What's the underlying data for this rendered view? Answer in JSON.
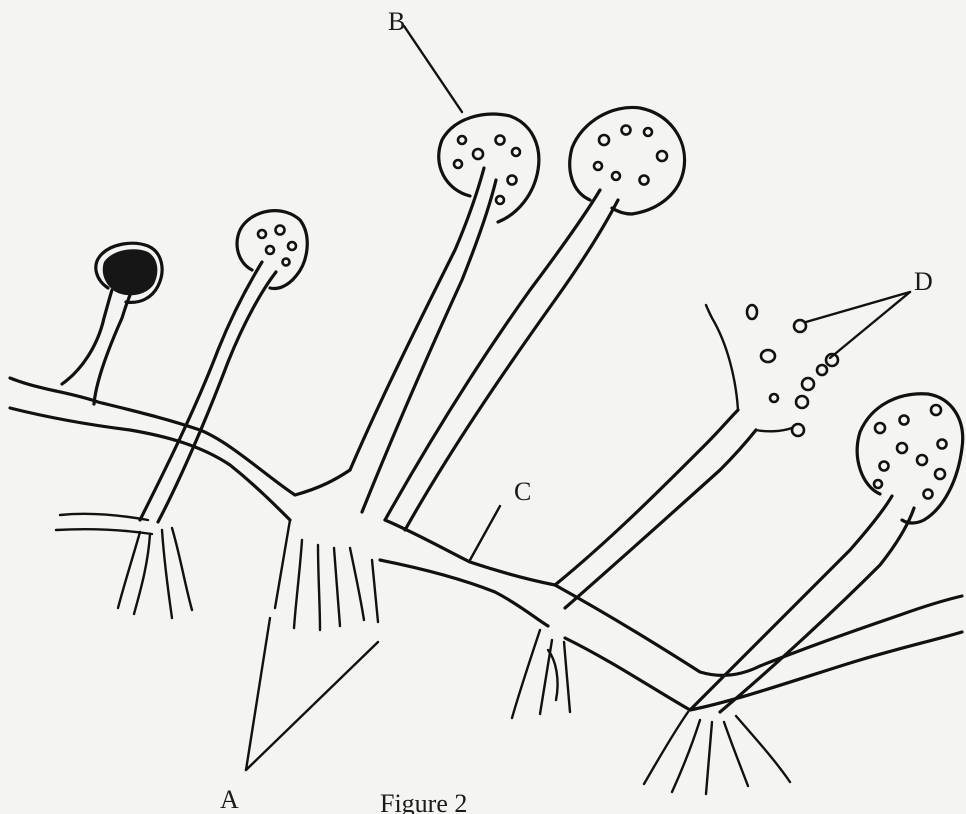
{
  "labels": {
    "a": "A",
    "b": "B",
    "c": "C",
    "d": "D"
  },
  "caption": "Figure 2"
}
